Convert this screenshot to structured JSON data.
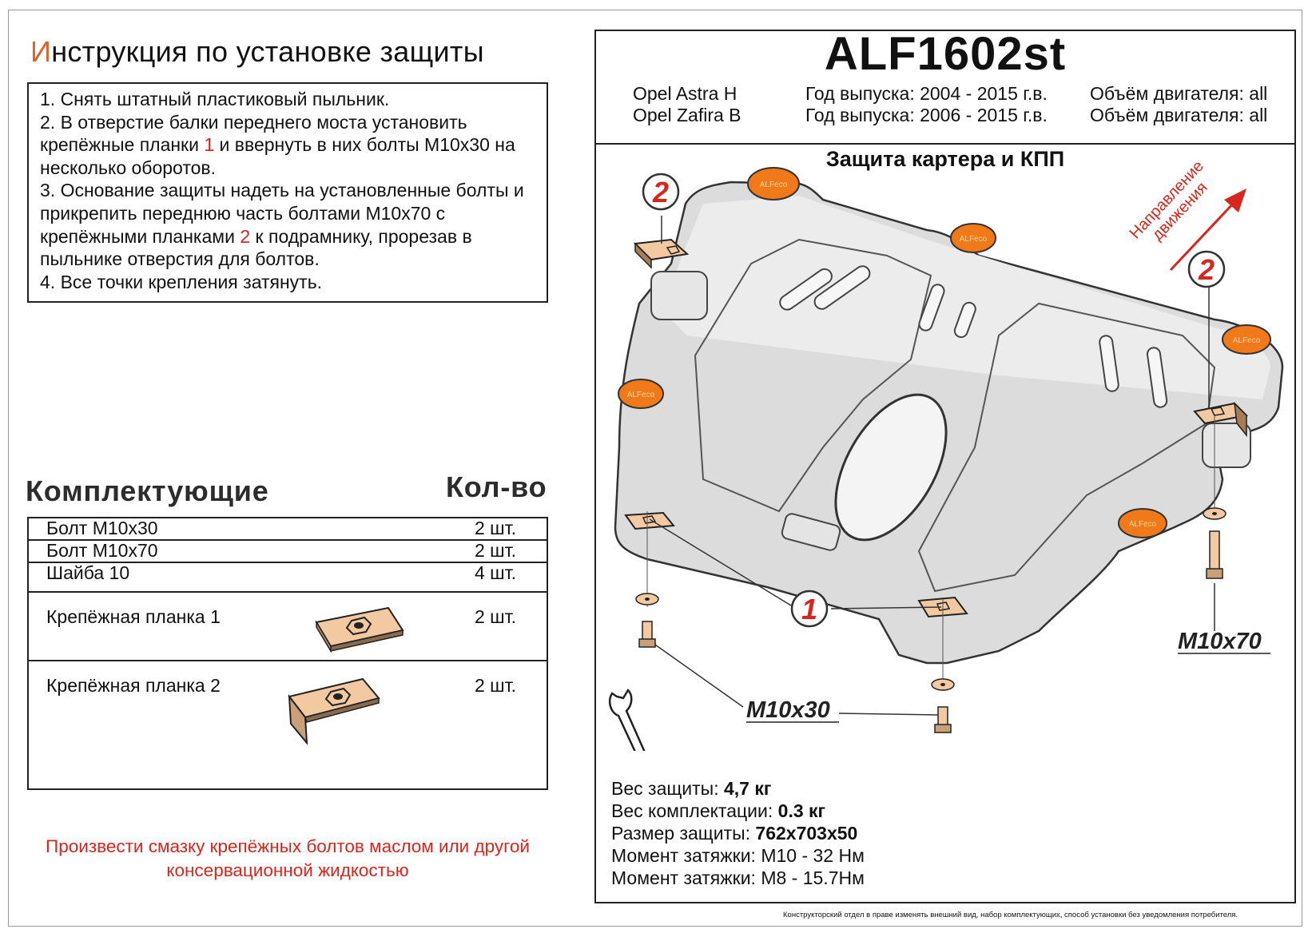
{
  "instructions": {
    "title_first": "И",
    "title_rest": "нструкция по установке защиты",
    "step1": "1.  Снять штатный пластиковый пыльник.",
    "step2_a": "2.  В отверстие балки переднего моста установить крепёжные планки ",
    "step2_num": "1",
    "step2_b": " и ввернуть в них болты М10х30 на несколько оборотов.",
    "step3_a": "3.  Основание защиты надеть на установленные болты и прикрепить переднюю часть болтами М10х70 с крепёжными планками ",
    "step3_num": "2",
    "step3_b": " к подрамнику, прорезав в пыльнике отверстия для болтов.",
    "step4": "4.  Все точки крепления затянуть."
  },
  "parts": {
    "title": "Комплектующие",
    "qty_title": "Кол-во",
    "items": [
      {
        "name": "Болт М10х30",
        "qty": "2 шт."
      },
      {
        "name": "Болт М10х70",
        "qty": "2 шт."
      },
      {
        "name": "Шайба 10",
        "qty": "4 шт."
      },
      {
        "name": "Крепёжная планка 1",
        "qty": "2 шт."
      },
      {
        "name": "Крепёжная планка 2",
        "qty": "2 шт."
      }
    ]
  },
  "note": "Произвести смазку крепёжных болтов маслом или другой консервационной жидкостью",
  "header": {
    "model_code": "ALF1602st",
    "cars": [
      {
        "model": "Opel Astra H",
        "years": "Год выпуска: 2004 -  2015 г.в.",
        "engine": "Объём двигателя: all"
      },
      {
        "model": "Opel Zafira B",
        "years": "Год выпуска: 2006 -  2015 г.в.",
        "engine": "Объём двигателя: all"
      }
    ]
  },
  "diagram": {
    "title": "Защита картера и КПП",
    "direction_line1": "Направление",
    "direction_line2": "движения",
    "label_1": "1",
    "label_2": "2",
    "bolt_short": "M10x30",
    "bolt_long": "M10x70",
    "pad_text": "ALFeco"
  },
  "specs": {
    "weight_label": "Вес защиты: ",
    "weight_value": "4,7 кг",
    "kit_label": "Вес комплектации: ",
    "kit_value": "0.3 кг",
    "size_label": "Размер защиты: ",
    "size_value": "762х703х50",
    "torque1": "Момент затяжки:  М10 - 32 Нм",
    "torque2": "Момент затяжки:  М8 - 15.7Нм"
  },
  "footer": "Конструкторский отдел в праве изменять внешний вид, набор комплектующих, способ установки без уведомления потребителя.",
  "colors": {
    "accent_red": "#d7261e",
    "pad_orange": "#f07a1a",
    "bracket_tan": "#f2c9a0",
    "plate_grey": "#dcdcdc"
  }
}
